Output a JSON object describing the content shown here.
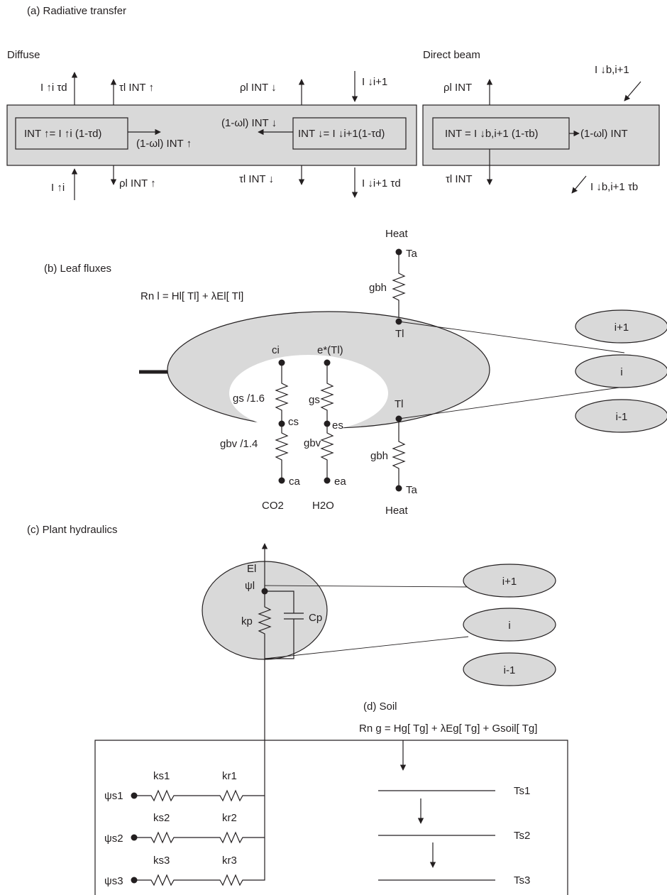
{
  "sections": {
    "a": "(a) Radiative transfer",
    "b": "(b) Leaf fluxes",
    "c": "(c) Plant hydraulics",
    "d": "(d) Soil"
  },
  "radiative": {
    "diffuse_title": "Diffuse",
    "direct_title": "Direct beam",
    "int_up": "INT ↑= I ↑i (1-τd)",
    "int_down": "INT ↓= I ↓i+1(1-τd)",
    "int_beam": "INT = I ↓b,i+1 (1-τb)",
    "up_out": "I ↑i τd",
    "tau_int_up": "τl INT ↑",
    "rho_int_down": "ρl INT ↓",
    "in_down": "I ↓i+1",
    "abs_down": "(1-ωl) INT ↓",
    "abs_up": "(1-ωl) INT ↑",
    "in_up": "I ↑i",
    "rho_int_up": "ρl INT ↑",
    "tau_int_down": "τl INT ↓",
    "down_out": "I ↓i+1 τd",
    "beam_rho": "ρl INT",
    "beam_in": "I ↓b,i+1",
    "beam_abs": "(1-ωl) INT",
    "beam_tau": "τl INT",
    "beam_out": "I ↓b,i+1 τb"
  },
  "leaf": {
    "energy_eq": "Rn l = Hl[ Tl] + λEl[ Tl]",
    "heat_top": "Heat",
    "heat_bottom": "Heat",
    "ta_top": "Ta",
    "ta_bottom": "Ta",
    "gbh_top": "gbh",
    "gbh_bottom": "gbh",
    "tl_top": "Tl",
    "tl_bottom": "Tl",
    "ci": "ci",
    "cs": "cs",
    "ca": "ca",
    "ei": "e*(Tl)",
    "es": "es",
    "ea": "ea",
    "gs_co2": "gs /1.6",
    "gbv_co2": "gbv /1.4",
    "gs_h2o": "gs",
    "gbv_h2o": "gbv",
    "co2": "CO2",
    "h2o": "H2O",
    "layers": [
      "i+1",
      "i",
      "i-1"
    ]
  },
  "hydraulics": {
    "el": "El",
    "psi_l": "ψl",
    "kp": "kp",
    "cp": "Cp",
    "layers": [
      "i+1",
      "i",
      "i-1"
    ]
  },
  "soil": {
    "energy_eq": "Rn g = Hg[ Tg] + λEg[ Tg] + Gsoil[ Tg]",
    "psi": [
      "ψs1",
      "ψs2",
      "ψs3"
    ],
    "ks": [
      "ks1",
      "ks2",
      "ks3"
    ],
    "kr": [
      "kr1",
      "kr2",
      "kr3"
    ],
    "ts": [
      "Ts1",
      "Ts2",
      "Ts3"
    ]
  }
}
